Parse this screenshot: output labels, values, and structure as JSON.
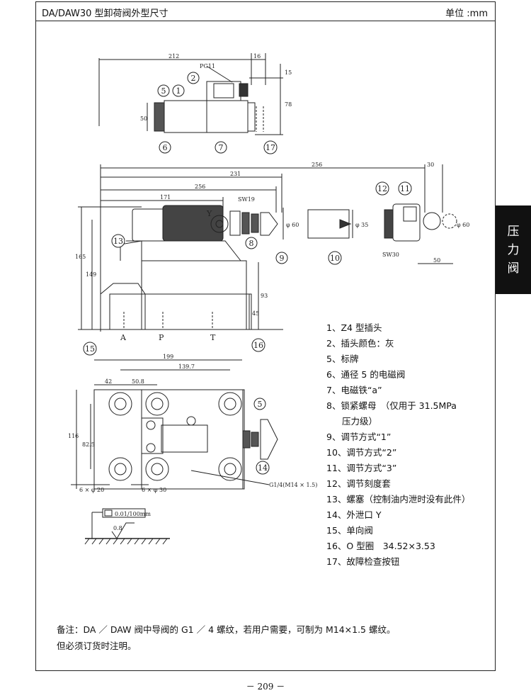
{
  "header": {
    "title": "DA/DAW30 型卸荷阀外型尺寸",
    "unit": "单位 :mm"
  },
  "side_tab": [
    "压",
    "力",
    "阀"
  ],
  "drawing": {
    "top_view_dims": {
      "d212": "212",
      "d16": "16",
      "d15": "15",
      "d78": "78",
      "d50": "50",
      "pg": "PG11"
    },
    "front_dims": {
      "d256a": "256",
      "d231": "231",
      "d256b": "256",
      "d171": "171",
      "d30": "30",
      "sw19": "SW19",
      "sw30": "SW30",
      "d165": "165",
      "d149": "149",
      "d93": "93",
      "d45": "45",
      "d50": "50",
      "phi60a": "φ 60",
      "phi35": "φ 35",
      "phi60b": "φ 60",
      "y": "Y",
      "pa": "A",
      "pp": "P",
      "pt": "T"
    },
    "plan_dims": {
      "d199": "199",
      "d139": "139.7",
      "d42": "42",
      "d508": "50.8",
      "d116": "116",
      "d825": "82.5",
      "h20": "6 × φ 20",
      "h30": "6 × φ 30",
      "g14": "G1/4(M14 × 1.5)"
    },
    "tolerance": {
      "flat": "0.01/100mm",
      "rough": "0.8"
    },
    "callouts": [
      "1",
      "2",
      "5",
      "6",
      "7",
      "17",
      "12",
      "11",
      "13",
      "8",
      "9",
      "10",
      "15",
      "16",
      "5",
      "14"
    ]
  },
  "legend": [
    "1、Z4 型插头",
    "2、插头颜色：灰",
    "5、标牌",
    "6、通径 5 的电磁阀",
    "7、电磁铁“a”",
    "8、锁紧螺母　（仅用于 31.5MPa",
    "压力级）",
    "9、调节方式“1”",
    "10、调节方式“2”",
    "11、调节方式“3”",
    "12、调节刻度套",
    "13、螺塞（控制油内泄时没有此件）",
    "14、外泄口 Y",
    "15、单向阀",
    "16、O 型圈　34.52×3.53",
    "17、故障检查按钮"
  ],
  "note": [
    "备注：DA ／ DAW 阀中导阀的 G1 ／ 4 螺纹，若用户需要，可制为 M14×1.5 螺纹。",
    "但必须订货时注明。"
  ],
  "page_number": "－ 209 －"
}
